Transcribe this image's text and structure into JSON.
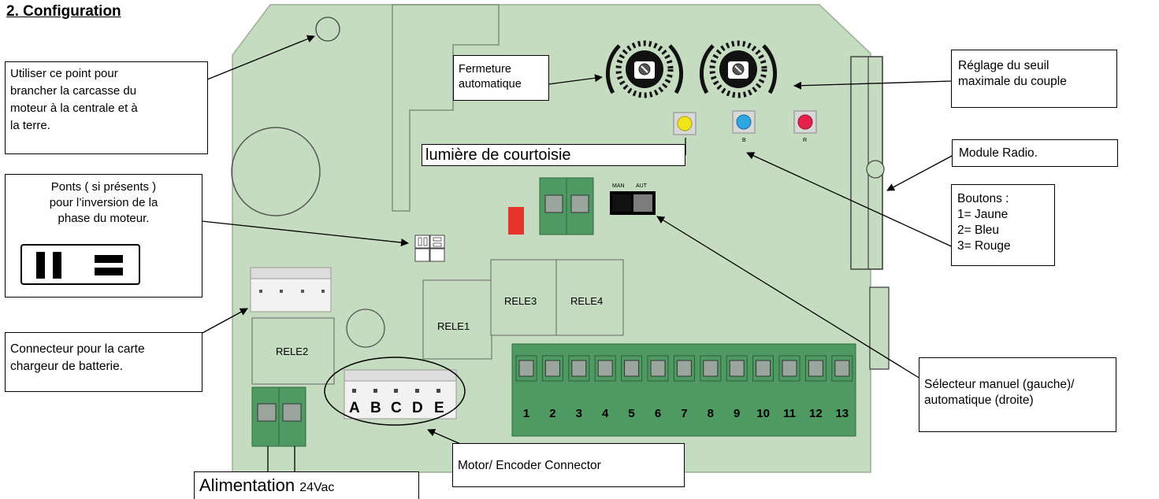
{
  "section_title": "2. Configuration",
  "callouts": {
    "ground_point": [
      "Utiliser ce point pour",
      "brancher la carcasse du",
      "moteur à la centrale et à",
      "la terre."
    ],
    "bridges": [
      "Ponts ( si présents )",
      "pour l’inversion de la",
      "phase du moteur."
    ],
    "battery_connector": [
      "Connecteur pour la carte",
      "chargeur de batterie."
    ],
    "auto_close": [
      "Fermeture",
      "automatique"
    ],
    "courtesy_light": "lumière de courtoisie",
    "torque": [
      "Réglage du seuil",
      "maximale du couple"
    ],
    "radio_module": "Module Radio.",
    "buttons": [
      "Boutons :",
      "1= Jaune",
      "2= Bleu",
      "3= Rouge"
    ],
    "selector": [
      "Sélecteur manuel (gauche)/",
      "automatique (droite)"
    ],
    "motor_encoder": "Motor/ Encoder Connector",
    "power_main": "Alimentation ",
    "power_voltage": "24Vac"
  },
  "board": {
    "relays": [
      "RELE1",
      "RELE2",
      "RELE3",
      "RELE4"
    ],
    "switch_labels": [
      "MAN",
      "AUT"
    ],
    "button_letters": [
      "B",
      "R"
    ],
    "encoder_pins": [
      "A",
      "B",
      "C",
      "D",
      "E"
    ],
    "terminals": [
      "1",
      "2",
      "3",
      "4",
      "5",
      "6",
      "7",
      "8",
      "9",
      "10",
      "11",
      "12",
      "13"
    ]
  },
  "colors": {
    "board": "#c6dcc0",
    "terminal": "#4f9a63",
    "button_yellow": "#f2e41c",
    "button_blue": "#2fa6e0",
    "button_red": "#e52249",
    "fuse_red": "#e8322c"
  }
}
